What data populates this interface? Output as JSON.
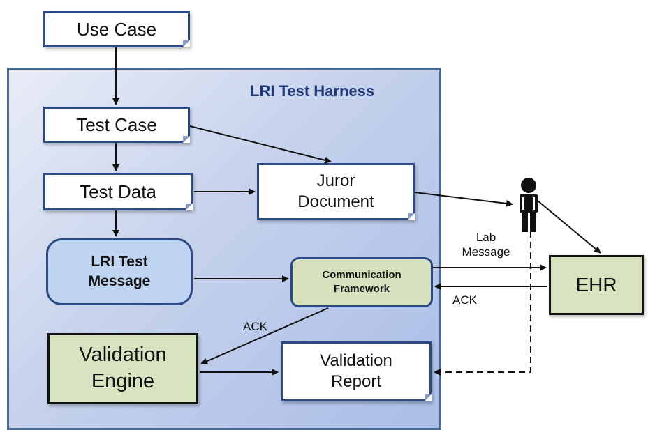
{
  "harness": {
    "title": "LRI Test Harness"
  },
  "nodes": {
    "use_case": "Use Case",
    "test_case": "Test Case",
    "test_data": "Test Data",
    "juror_document": {
      "line1": "Juror",
      "line2": "Document"
    },
    "lri_test_message": {
      "line1": "LRI Test",
      "line2": "Message"
    },
    "communication_framework": {
      "line1": "Communication",
      "line2": "Framework"
    },
    "validation_engine": {
      "line1": "Validation",
      "line2": "Engine"
    },
    "validation_report": {
      "line1": "Validation",
      "line2": "Report"
    },
    "ehr": "EHR"
  },
  "edge_labels": {
    "lab_message": {
      "line1": "Lab",
      "line2": "Message"
    },
    "ack_from_ehr": "ACK",
    "ack_to_engine": "ACK"
  },
  "icons": {
    "person": "person-icon"
  },
  "colors": {
    "harness_border": "#4a6a96",
    "document_border": "#2c4a86",
    "message_fill": "#bfd4f0",
    "green_fill": "#d8e4bf"
  }
}
